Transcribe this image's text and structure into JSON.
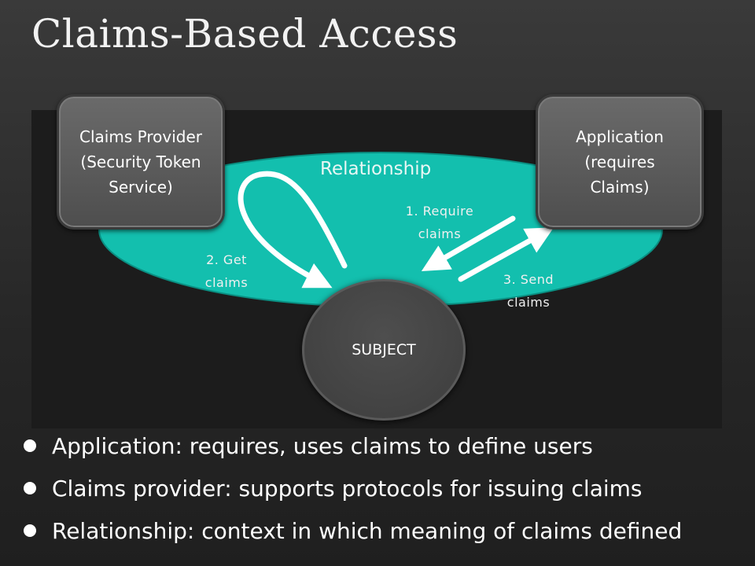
{
  "title": "Claims-Based Access",
  "diagram": {
    "relationship_label": "Relationship",
    "provider_box": "Claims Provider\n(Security Token\nService)",
    "application_box": "Application\n(requires\nClaims)",
    "subject_label": "SUBJECT",
    "steps": {
      "require": "1.  Require\nclaims",
      "get": "2.  Get\nclaims",
      "send": "3.  Send\nclaims"
    },
    "colors": {
      "relationship_fill": "#13bfae",
      "arrow": "#ffffff"
    }
  },
  "bullets": [
    "Application:  requires, uses claims to define users",
    "Claims provider:  supports protocols for issuing claims",
    "Relationship:  context in which meaning of claims defined"
  ]
}
